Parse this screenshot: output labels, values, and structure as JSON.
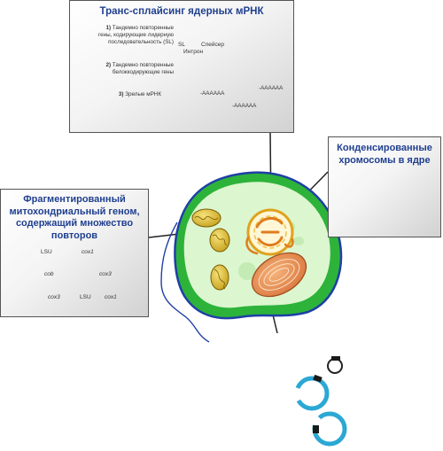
{
  "trans_splicing": {
    "title": "Транс-сплайсинг ядерных мРНК",
    "step1_num": "1)",
    "step1_line1": "Тандемно повторенные",
    "step1_line2": "гены, кодирующие лидерную",
    "step1_line3": "последовательность (SL)",
    "label_sl": "SL",
    "label_spacer": "Спейсер",
    "label_intron": "Интрон",
    "step2_num": "2)",
    "step2_line1": "Тандемно повторенные",
    "step2_line2": "белоккодирующие гены",
    "step3_num": "3)",
    "step3_text": "Зрелые мРНК",
    "polya": "-AAAAAA"
  },
  "chromosomes": {
    "title_line1": "Конденсированные",
    "title_line2": "хромосомы в ядре"
  },
  "mito_genome": {
    "title_line1": "Фрагментированный",
    "title_line2": "митохондриальный геном,",
    "title_line3": "содержащий множество",
    "title_line4": "повторов",
    "gene_lsu": "LSU",
    "gene_cox1": "cox1",
    "gene_cob": "cob",
    "gene_cox3": "cox3"
  },
  "plastid": {
    "title": "Пластидные миникольца"
  },
  "colors": {
    "box_title": "#1f3f8f",
    "cell_outline": "#1f3fa5",
    "cell_green": "#2db33a",
    "cytoplasm": "#dcf6cf",
    "gene_gold": "#e0a21d",
    "cap_black": "#1a1a1a",
    "mito_pink": "#e0249b",
    "minicircle_cyan": "#2ba8d4",
    "chromosome_green": "#3aa84a"
  }
}
